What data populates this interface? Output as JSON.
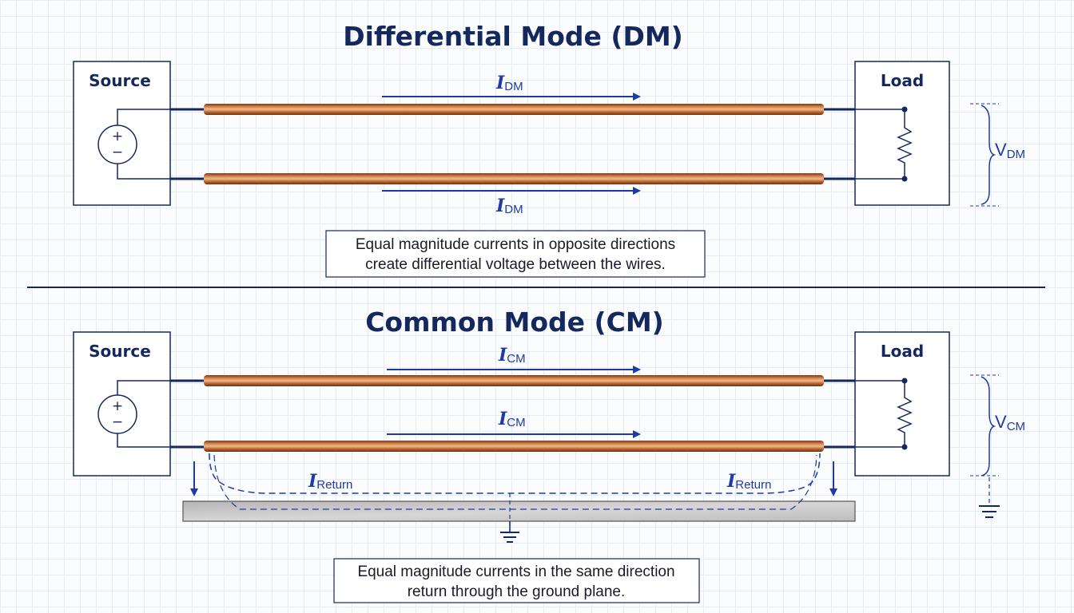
{
  "dm": {
    "title": "Differential Mode (DM)",
    "source_label": "Source",
    "load_label": "Load",
    "current_top": {
      "main": "I",
      "sub": "DM"
    },
    "current_bottom": {
      "main": "I",
      "sub": "DM"
    },
    "voltage": {
      "main": "V",
      "sub": "DM"
    },
    "note_line1": "Equal magnitude currents in opposite directions",
    "note_line2": "create differential voltage between the wires."
  },
  "cm": {
    "title": "Common Mode (CM)",
    "source_label": "Source",
    "load_label": "Load",
    "current_top": {
      "main": "I",
      "sub": "CM"
    },
    "current_bottom": {
      "main": "I",
      "sub": "CM"
    },
    "return_left": {
      "main": "I",
      "sub": "Return"
    },
    "return_right": {
      "main": "I",
      "sub": "Return"
    },
    "voltage": {
      "main": "V",
      "sub": "CM"
    },
    "note_line1": "Equal magnitude currents in the same direction",
    "note_line2": "return through the ground plane."
  },
  "symbols": {
    "plus": "+",
    "minus": "−"
  },
  "colors": {
    "ink": "#14285e",
    "current": "#1f3aa3",
    "copper": "#b8632e",
    "ground_plane": "#c4c4c4"
  }
}
